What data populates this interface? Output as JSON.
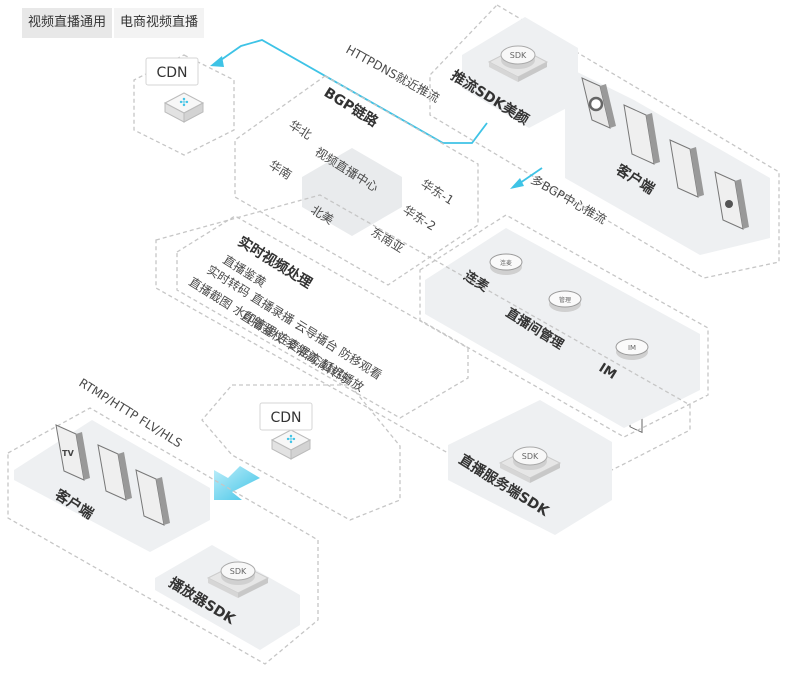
{
  "tabs": [
    {
      "label": "视频直播通用",
      "active": true
    },
    {
      "label": "电商视频直播",
      "active": false
    }
  ],
  "colors": {
    "accent": "#3ec3e6",
    "panel": "#eef0f2",
    "dash": "#c6c6c6"
  },
  "cdn_top": {
    "label": "CDN"
  },
  "cdn_mid": {
    "label": "CDN"
  },
  "flows": {
    "httpdns": "HTTPDNS就近推流",
    "multi_bgp": "多BGP中心推流",
    "rtmp": "RTMP/HTTP FLV/HLS"
  },
  "push_sdk": {
    "title": "推流SDK美颜",
    "badge": "SDK"
  },
  "client_right": {
    "title": "客户端"
  },
  "bgp": {
    "title": "BGP链路",
    "center": "视频直播中心",
    "regions": [
      "华北",
      "华南",
      "北美",
      "华东-1",
      "华东-2",
      "东南亚"
    ]
  },
  "services": {
    "lianmai": {
      "label": "连麦",
      "badge": "连麦"
    },
    "room": {
      "label": "直播间管理",
      "badge": "管理"
    },
    "im": {
      "label": "IM",
      "badge": "IM"
    }
  },
  "processing": {
    "title": "实时视频处理",
    "lines": [
      "直播鉴黄",
      "实时转码  直播录播  云导播台  防移观看",
      "直播截图  水印管理  连麦混流  延迟播放",
      "直播鉴权  窄带高清转码"
    ]
  },
  "server_sdk": {
    "title": "直播服务端SDK",
    "badge": "SDK"
  },
  "client_left": {
    "title": "客户端",
    "tv_badge": "TV"
  },
  "player_sdk": {
    "title": "播放器SDK",
    "badge": "SDK"
  }
}
